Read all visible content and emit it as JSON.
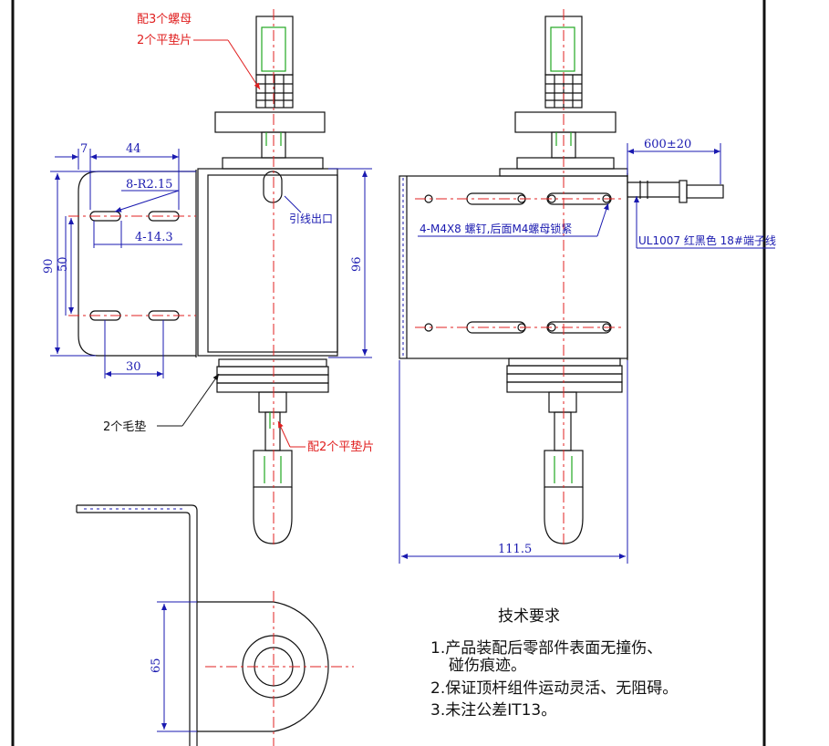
{
  "colors": {
    "outline": "#111111",
    "dimension": "#1a1ab0",
    "centerline": "#e02020",
    "annotation_red": "#e02020",
    "part_green": "#22a822"
  },
  "annotations": {
    "nuts_line1": "配3个螺母",
    "nuts_line2": "2个平垫片",
    "wire_exit": "引线出口",
    "felt_pads": "2个毛垫",
    "flat_washers": "配2个平垫片",
    "screws": "4-M4X8 螺钉,后面M4螺母锁紧",
    "cable": "UL1007 红黑色 18#端子线"
  },
  "dimensions": {
    "d7": "7",
    "d44": "44",
    "slot_radius": "8-R2.15",
    "slot_spacing": "4-14.3",
    "d90": "90",
    "d50": "50",
    "d30": "30",
    "d96": "96",
    "cable_length": "600±20",
    "width_total": "111.5",
    "d65": "65"
  },
  "requirements": {
    "title": "技术要求",
    "item1_line1": "1.产品装配后零部件表面无撞伤、",
    "item1_line2": "碰伤痕迹。",
    "item2": "2.保证顶杆组件运动灵活、无阻碍。",
    "item3": "3.未注公差IT13。"
  }
}
